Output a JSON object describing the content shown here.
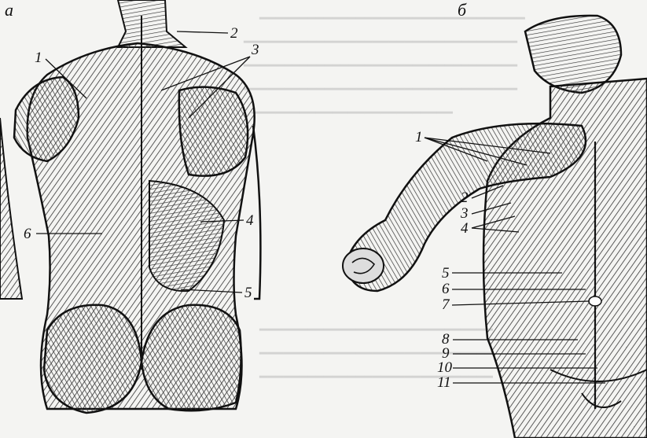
{
  "panels": {
    "left": "а",
    "right": "б"
  },
  "left_labels": [
    "1",
    "2",
    "3",
    "4",
    "5",
    "6"
  ],
  "right_labels": [
    "1",
    "2",
    "3",
    "4",
    "5",
    "6",
    "7",
    "8",
    "9",
    "10",
    "11"
  ],
  "colors": {
    "ink": "#161616",
    "paper": "#f4f4f2",
    "muscle": "#8a8a8a"
  }
}
